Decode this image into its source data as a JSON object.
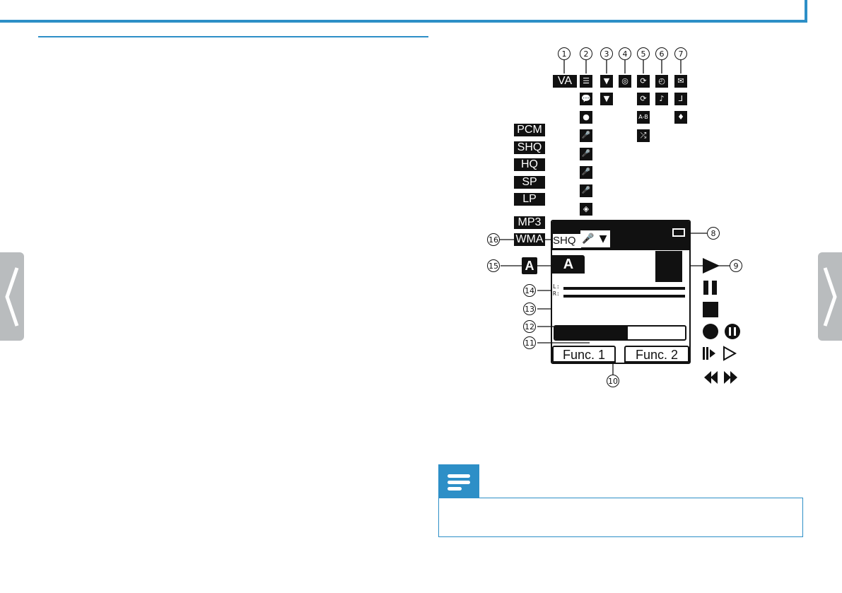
{
  "labels": {
    "va": "VA",
    "formats": [
      "PCM",
      "SHQ",
      "HQ",
      "SP",
      "LP",
      "MP3",
      "WMA"
    ],
    "shq_display": "SHQ",
    "folder_letter": "A",
    "levels_l": "L:",
    "levels_r": "R:",
    "func1": "Func. 1",
    "func2": "Func. 2"
  },
  "callouts": [
    "1",
    "2",
    "3",
    "4",
    "5",
    "6",
    "7",
    "8",
    "9",
    "10",
    "11",
    "12",
    "13",
    "14",
    "15",
    "16"
  ],
  "icons": {
    "column2": [
      "list-icon",
      "speech-bubbles-icon",
      "speech-bubble-icon",
      "mic-auto-icon",
      "mic-low-icon",
      "mic-off-icon",
      "mic-manual-icon",
      "noise-cancel-icon"
    ],
    "column3": [
      "sensitivity-high-icon",
      "sensitivity-low-icon"
    ],
    "column4": [
      "voice-activation-icon"
    ],
    "column5": [
      "repeat-icon",
      "repeat-folder-icon",
      "repeat-ab-icon",
      "shuffle-icon"
    ],
    "column6": [
      "timer-icon",
      "alarm-bell-icon"
    ],
    "column7": [
      "message-icon",
      "index-icon",
      "bell-icon"
    ],
    "playback": [
      "play-icon",
      "pause-icon",
      "stop-icon",
      "record-icon",
      "record-pause-icon",
      "slow-play-icon",
      "fast-play-icon",
      "rewind-icon",
      "fast-forward-icon"
    ]
  },
  "colors": {
    "accent": "#2d8fc7",
    "tab": "#b9bcbe",
    "ink": "#111111"
  }
}
